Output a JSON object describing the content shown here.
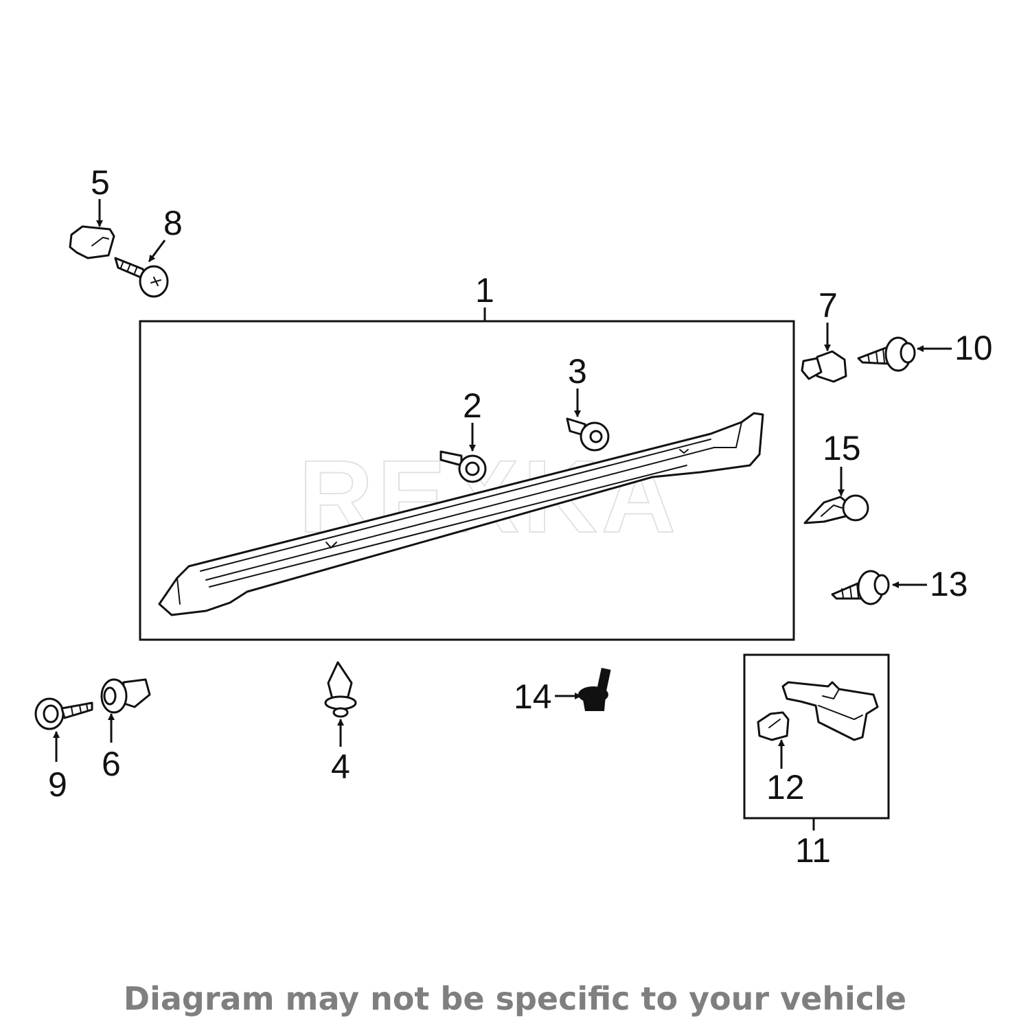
{
  "diagram": {
    "watermark": "REXKA",
    "disclaimer": "Diagram may not be specific to your vehicle",
    "callouts": {
      "c1": "1",
      "c2": "2",
      "c3": "3",
      "c4": "4",
      "c5": "5",
      "c6": "6",
      "c7": "7",
      "c8": "8",
      "c9": "9",
      "c10": "10",
      "c11": "11",
      "c12": "12",
      "c13": "13",
      "c14": "14",
      "c15": "15"
    },
    "parts": {
      "p1": "rocker-molding",
      "p2": "clip",
      "p3": "clip",
      "p4": "push-clip",
      "p5": "nut-clip",
      "p6": "retainer-clip",
      "p7": "clip",
      "p8": "screw",
      "p9": "screw",
      "p10": "screw",
      "p11": "bracket-assembly",
      "p12": "nut-clip",
      "p13": "screw",
      "p14": "bolt",
      "p15": "clip"
    },
    "colors": {
      "line": "#111111",
      "disclaimer": "#7f7f7f",
      "watermark": "#e2e2e2",
      "background": "#ffffff"
    }
  }
}
